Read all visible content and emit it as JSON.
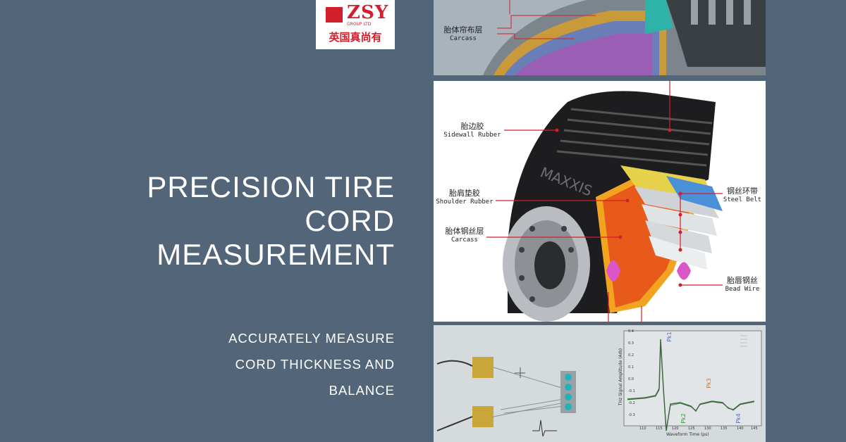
{
  "logo": {
    "brand": "ZSY",
    "group": "GROUP LTD",
    "chinese": "英国真尚有"
  },
  "title": {
    "line1": "PRECISION TIRE",
    "line2": "CORD",
    "line3": "MEASUREMENT"
  },
  "subtitle": {
    "line1": "ACCURATELY MEASURE",
    "line2": "CORD THICKNESS AND",
    "line3": "BALANCE"
  },
  "panel_top": {
    "label_cn": "胎体帘布层",
    "label_en": "Carcass"
  },
  "panel_tire": {
    "sidewall": {
      "cn": "胎边胶",
      "en": "Sidewall Rubber"
    },
    "shoulder": {
      "cn": "胎肩垫胶",
      "en": "Shoulder Rubber"
    },
    "carcass": {
      "cn": "胎体钢丝层",
      "en": "Carcass"
    },
    "steel_belt": {
      "cn": "钢丝环带",
      "en": "Steel Belt"
    },
    "bead_wire": {
      "cn": "胎唇钢丝",
      "en": "Bead Wire"
    },
    "brand_text": "MAXXIS"
  },
  "panel_chart": {
    "xlabel": "Waveform Time (ps)",
    "ylabel": "THz Signal Amplitude (Arb)",
    "peaks": [
      "Pk1",
      "Pk2",
      "Pk3",
      "Pk4"
    ],
    "xticks": [
      "110",
      "115",
      "120",
      "125",
      "130",
      "135",
      "140",
      "145"
    ],
    "yticks": [
      "0.4",
      "0.3",
      "0.2",
      "0.1",
      "0.0",
      "-0.1",
      "-0.2",
      "-0.3"
    ]
  },
  "colors": {
    "background": "#526579",
    "accent": "#d21f2b",
    "text": "#ffffff"
  }
}
